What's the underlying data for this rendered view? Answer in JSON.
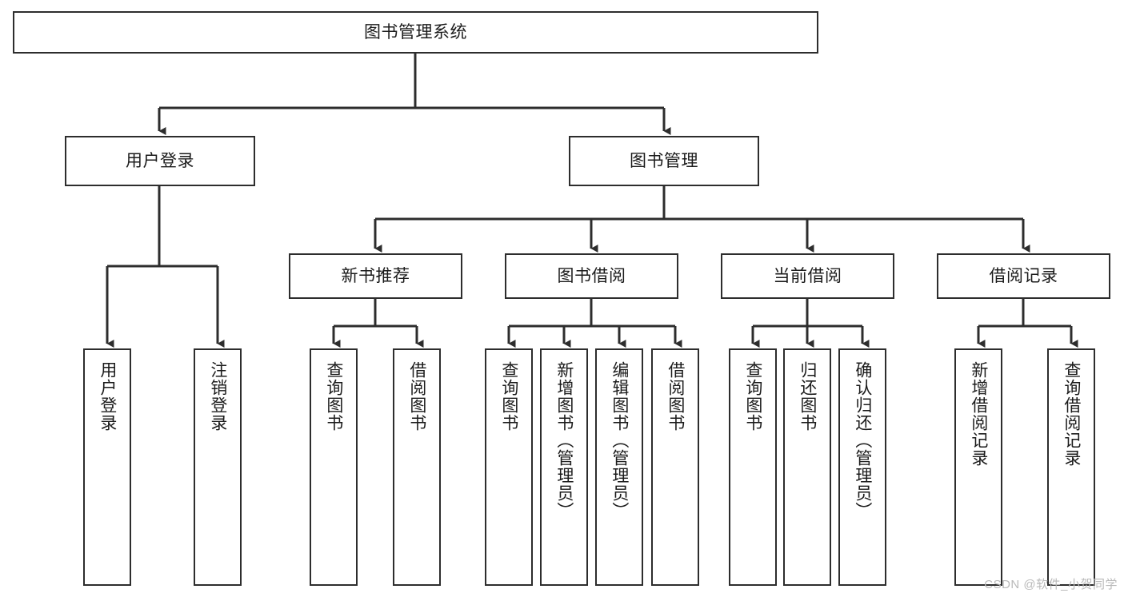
{
  "diagram": {
    "type": "tree",
    "title": "图书管理系统",
    "watermark": "CSDN @软件_小贺同学",
    "colors": {
      "stroke": "#2d2d2d",
      "fill": "#ffffff",
      "text": "#1b1b1b",
      "watermark": "#b9b9b9"
    },
    "nodes": {
      "root": {
        "label": "图书管理系统",
        "orientation": "horizontal"
      },
      "level2": [
        {
          "id": "user-login",
          "label": "用户登录",
          "orientation": "horizontal"
        },
        {
          "id": "book-manage",
          "label": "图书管理",
          "orientation": "horizontal"
        }
      ],
      "level3": [
        {
          "id": "new-book-recommend",
          "label": "新书推荐",
          "orientation": "horizontal"
        },
        {
          "id": "book-borrow",
          "label": "图书借阅",
          "orientation": "horizontal"
        },
        {
          "id": "current-borrow",
          "label": "当前借阅",
          "orientation": "horizontal"
        },
        {
          "id": "borrow-record",
          "label": "借阅记录",
          "orientation": "horizontal"
        }
      ],
      "leaves": [
        {
          "id": "leaf-user-login",
          "label": "用户登录",
          "parent": "user-login",
          "orientation": "vertical"
        },
        {
          "id": "leaf-logout-login",
          "label": "注销登录",
          "parent": "user-login",
          "orientation": "vertical"
        },
        {
          "id": "leaf-query-book-1",
          "label": "查询图书",
          "parent": "new-book-recommend",
          "orientation": "vertical"
        },
        {
          "id": "leaf-borrow-book-1",
          "label": "借阅图书",
          "parent": "new-book-recommend",
          "orientation": "vertical"
        },
        {
          "id": "leaf-query-book-2",
          "label": "查询图书",
          "parent": "book-borrow",
          "orientation": "vertical"
        },
        {
          "id": "leaf-add-book",
          "label": "新增图书（管理员）",
          "parent": "book-borrow",
          "orientation": "vertical"
        },
        {
          "id": "leaf-edit-book",
          "label": "编辑图书（管理员）",
          "parent": "book-borrow",
          "orientation": "vertical"
        },
        {
          "id": "leaf-borrow-book-2",
          "label": "借阅图书",
          "parent": "book-borrow",
          "orientation": "vertical"
        },
        {
          "id": "leaf-query-book-3",
          "label": "查询图书",
          "parent": "current-borrow",
          "orientation": "vertical"
        },
        {
          "id": "leaf-return-book",
          "label": "归还图书",
          "parent": "current-borrow",
          "orientation": "vertical"
        },
        {
          "id": "leaf-confirm-return",
          "label": "确认归还（管理员）",
          "parent": "current-borrow",
          "orientation": "vertical"
        },
        {
          "id": "leaf-add-record",
          "label": "新增借阅记录",
          "parent": "borrow-record",
          "orientation": "vertical"
        },
        {
          "id": "leaf-query-record",
          "label": "查询借阅记录",
          "parent": "borrow-record",
          "orientation": "vertical"
        }
      ]
    }
  }
}
